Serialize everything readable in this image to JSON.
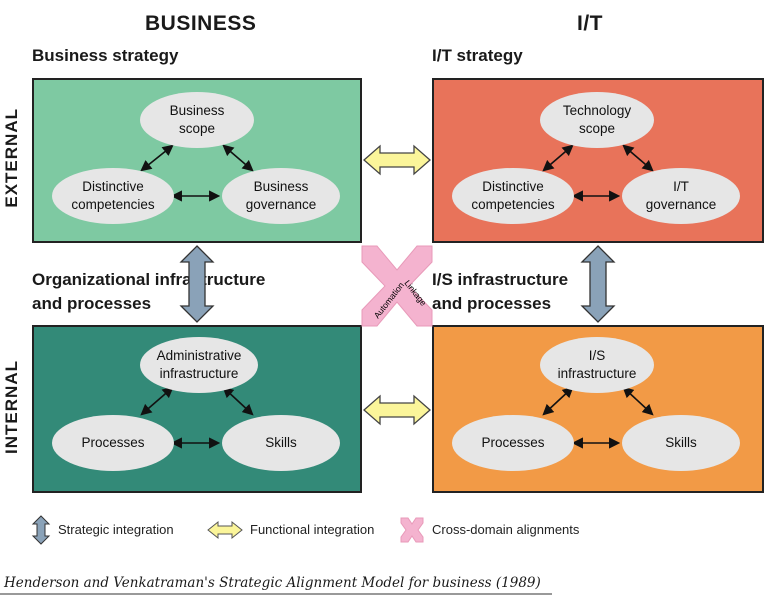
{
  "header": {
    "business": "BUSINESS",
    "it": "I/T"
  },
  "side_labels": {
    "external": "EXTERNAL",
    "internal": "INTERNAL"
  },
  "quadrants": {
    "business_strategy": {
      "title": "Business strategy",
      "color": "#7ec9a2",
      "scope": "Business\nscope",
      "left": "Distinctive\ncompetencies",
      "right": "Business\ngovernance"
    },
    "it_strategy": {
      "title": "I/T strategy",
      "color": "#e8735a",
      "scope": "Technology\nscope",
      "left": "Distinctive\ncompetencies",
      "right": "I/T\ngovernance"
    },
    "org_infrastructure": {
      "title": "Organizational infrastructure\nand processes",
      "color": "#338a78",
      "scope": "Administrative\ninfrastructure",
      "left": "Processes",
      "right": "Skills"
    },
    "is_infrastructure": {
      "title": "I/S infrastructure\nand processes",
      "color": "#f29a46",
      "scope": "I/S\ninfrastructure",
      "left": "Processes",
      "right": "Skills"
    }
  },
  "cross_labels": {
    "automation": "Automation",
    "linkage": "Linkage"
  },
  "colors": {
    "functional_arrow": "#fbf59a",
    "strategic_arrow": "#8aa2b8",
    "cross_domain": "#f4b3cf"
  },
  "legend": {
    "strategic": "Strategic integration",
    "functional": "Functional integration",
    "cross": "Cross-domain alignments"
  },
  "caption": "Henderson and Venkatraman's Strategic Alignment Model for business (1989)"
}
